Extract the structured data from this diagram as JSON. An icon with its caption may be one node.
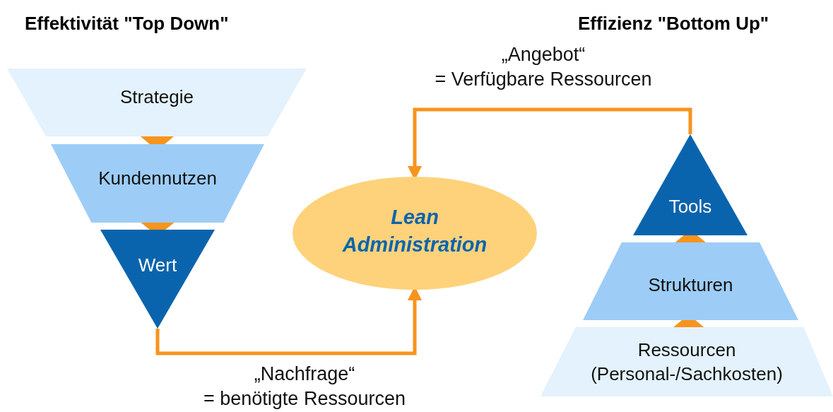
{
  "diagram": {
    "nodes": [
      {
        "text": [
          "Strategie"
        ]
      },
      {
        "text": [
          "Kundennutzen"
        ]
      },
      {
        "text": [
          "Wert"
        ]
      },
      {
        "text": [
          "Lean Administration"
        ]
      },
      {
        "text": [
          "Tools"
        ]
      },
      {
        "text": [
          "Strukturen"
        ]
      },
      {
        "text": [
          "Ressourcen (Personal-/Sachkosten)"
        ]
      }
    ],
    "edges": [
      {
        "from": 0,
        "to": 1,
        "arrow": "to"
      },
      {
        "from": 1,
        "to": 2,
        "arrow": "to"
      },
      {
        "from": 2,
        "to": 3,
        "arrow": "to",
        "label": "„Nachfrage“ = benötigte Ressourcen"
      },
      {
        "from": 4,
        "to": 3,
        "arrow": "to",
        "label": "„Angebot“ = Verfügbare Ressourcen"
      },
      {
        "from": 6,
        "to": 5,
        "arrow": "to"
      },
      {
        "from": 5,
        "to": 4,
        "arrow": "to"
      }
    ],
    "labels": [
      "Effektivität \"Top Down\"",
      "Effizienz \"Bottom Up\""
    ]
  }
}
